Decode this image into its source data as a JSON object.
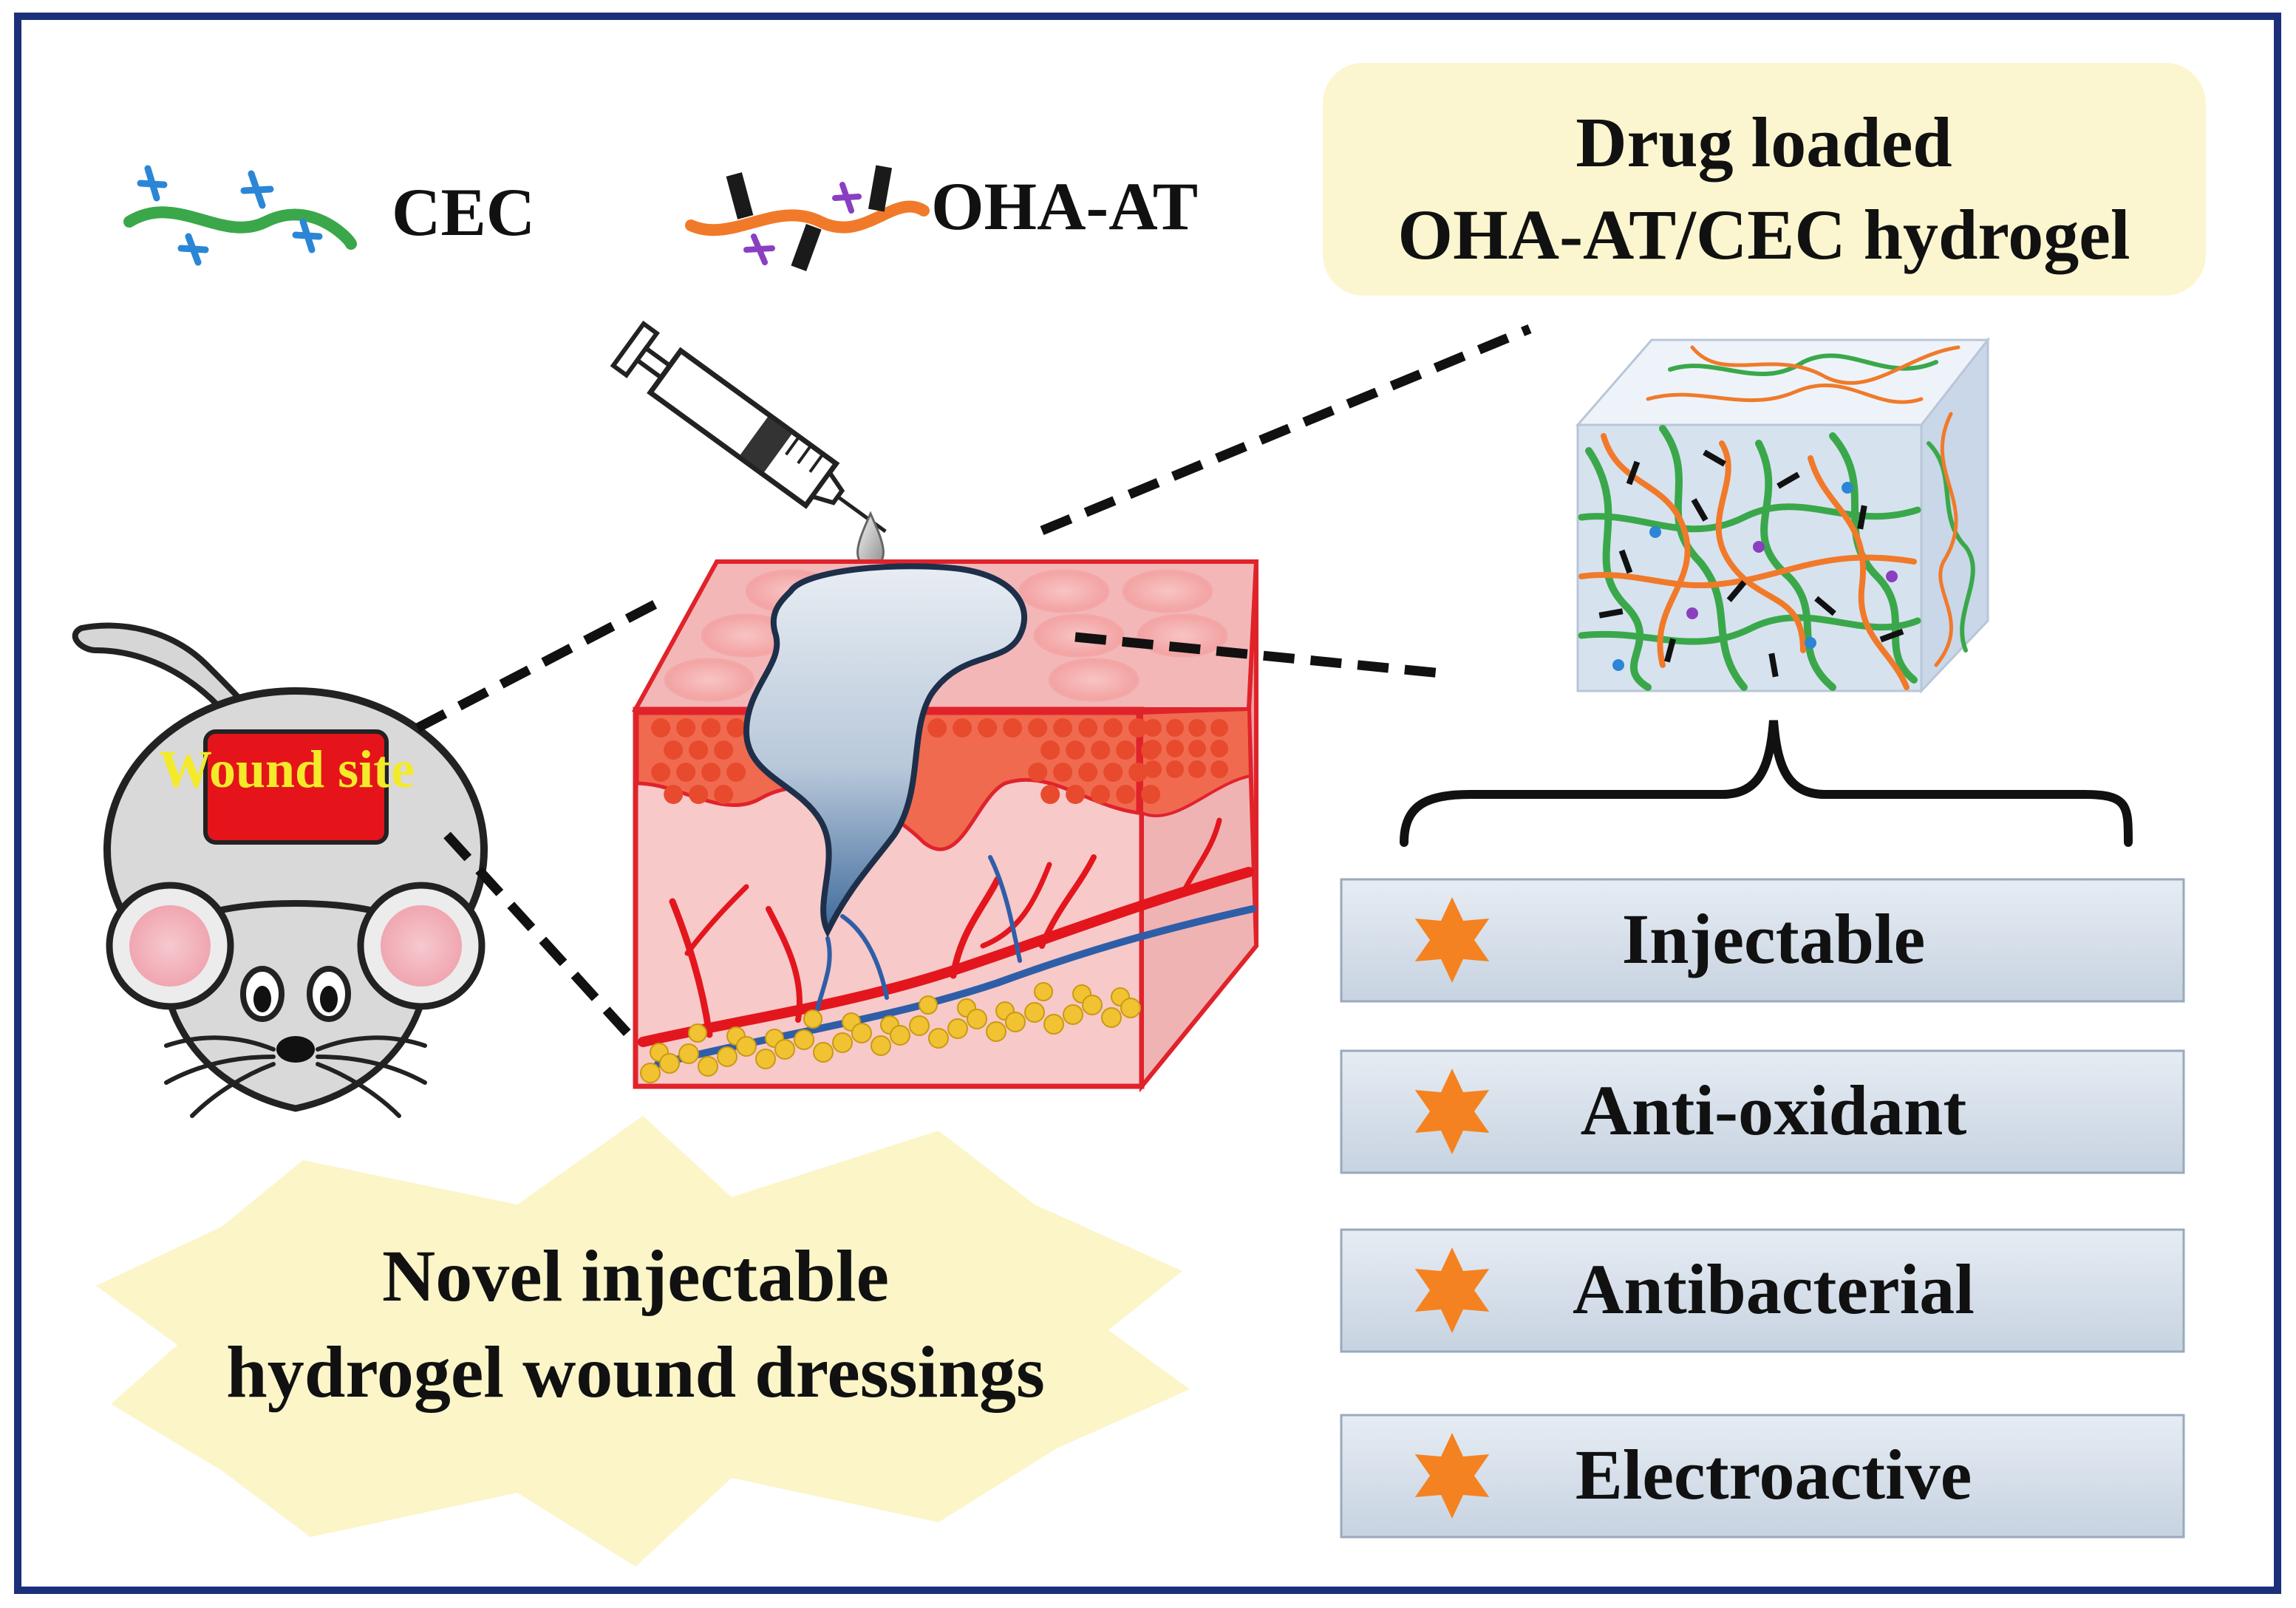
{
  "legend": {
    "cec_label": "CEC",
    "oha_label": "OHA-AT"
  },
  "callout": {
    "line1": "Drug loaded",
    "line2": "OHA-AT/CEC hydrogel"
  },
  "mouse": {
    "wound_label": "Wound site"
  },
  "banner": {
    "line1": "Novel injectable",
    "line2": "hydrogel wound dressings"
  },
  "properties": [
    {
      "label": "Injectable"
    },
    {
      "label": "Anti-oxidant"
    },
    {
      "label": "Antibacterial"
    },
    {
      "label": "Electroactive"
    }
  ],
  "colors": {
    "frame": "#1b2f7a",
    "cec_chain": "#3aa84a",
    "cec_crosslinker": "#2b86d6",
    "oha_chain": "#f07a2a",
    "oha_crosslinker": "#8a3fc0",
    "star": "#f58220",
    "callout_bg": "#fbf6cf",
    "banner_bg": "#fbf5c8",
    "property_bg": "#d9e2ec",
    "skin": "#f7c9c9",
    "skin_border": "#e0232b",
    "vessel_red": "#e3161e",
    "vessel_blue": "#2f5ea8",
    "fat": "#f1c232",
    "gel": "#a9bfd8",
    "wound": "#e5141a"
  },
  "icons": [
    "syringe-icon",
    "star-icon",
    "mouse-illustration",
    "skin-block-illustration",
    "hydrogel-cube-illustration",
    "curly-brace"
  ]
}
